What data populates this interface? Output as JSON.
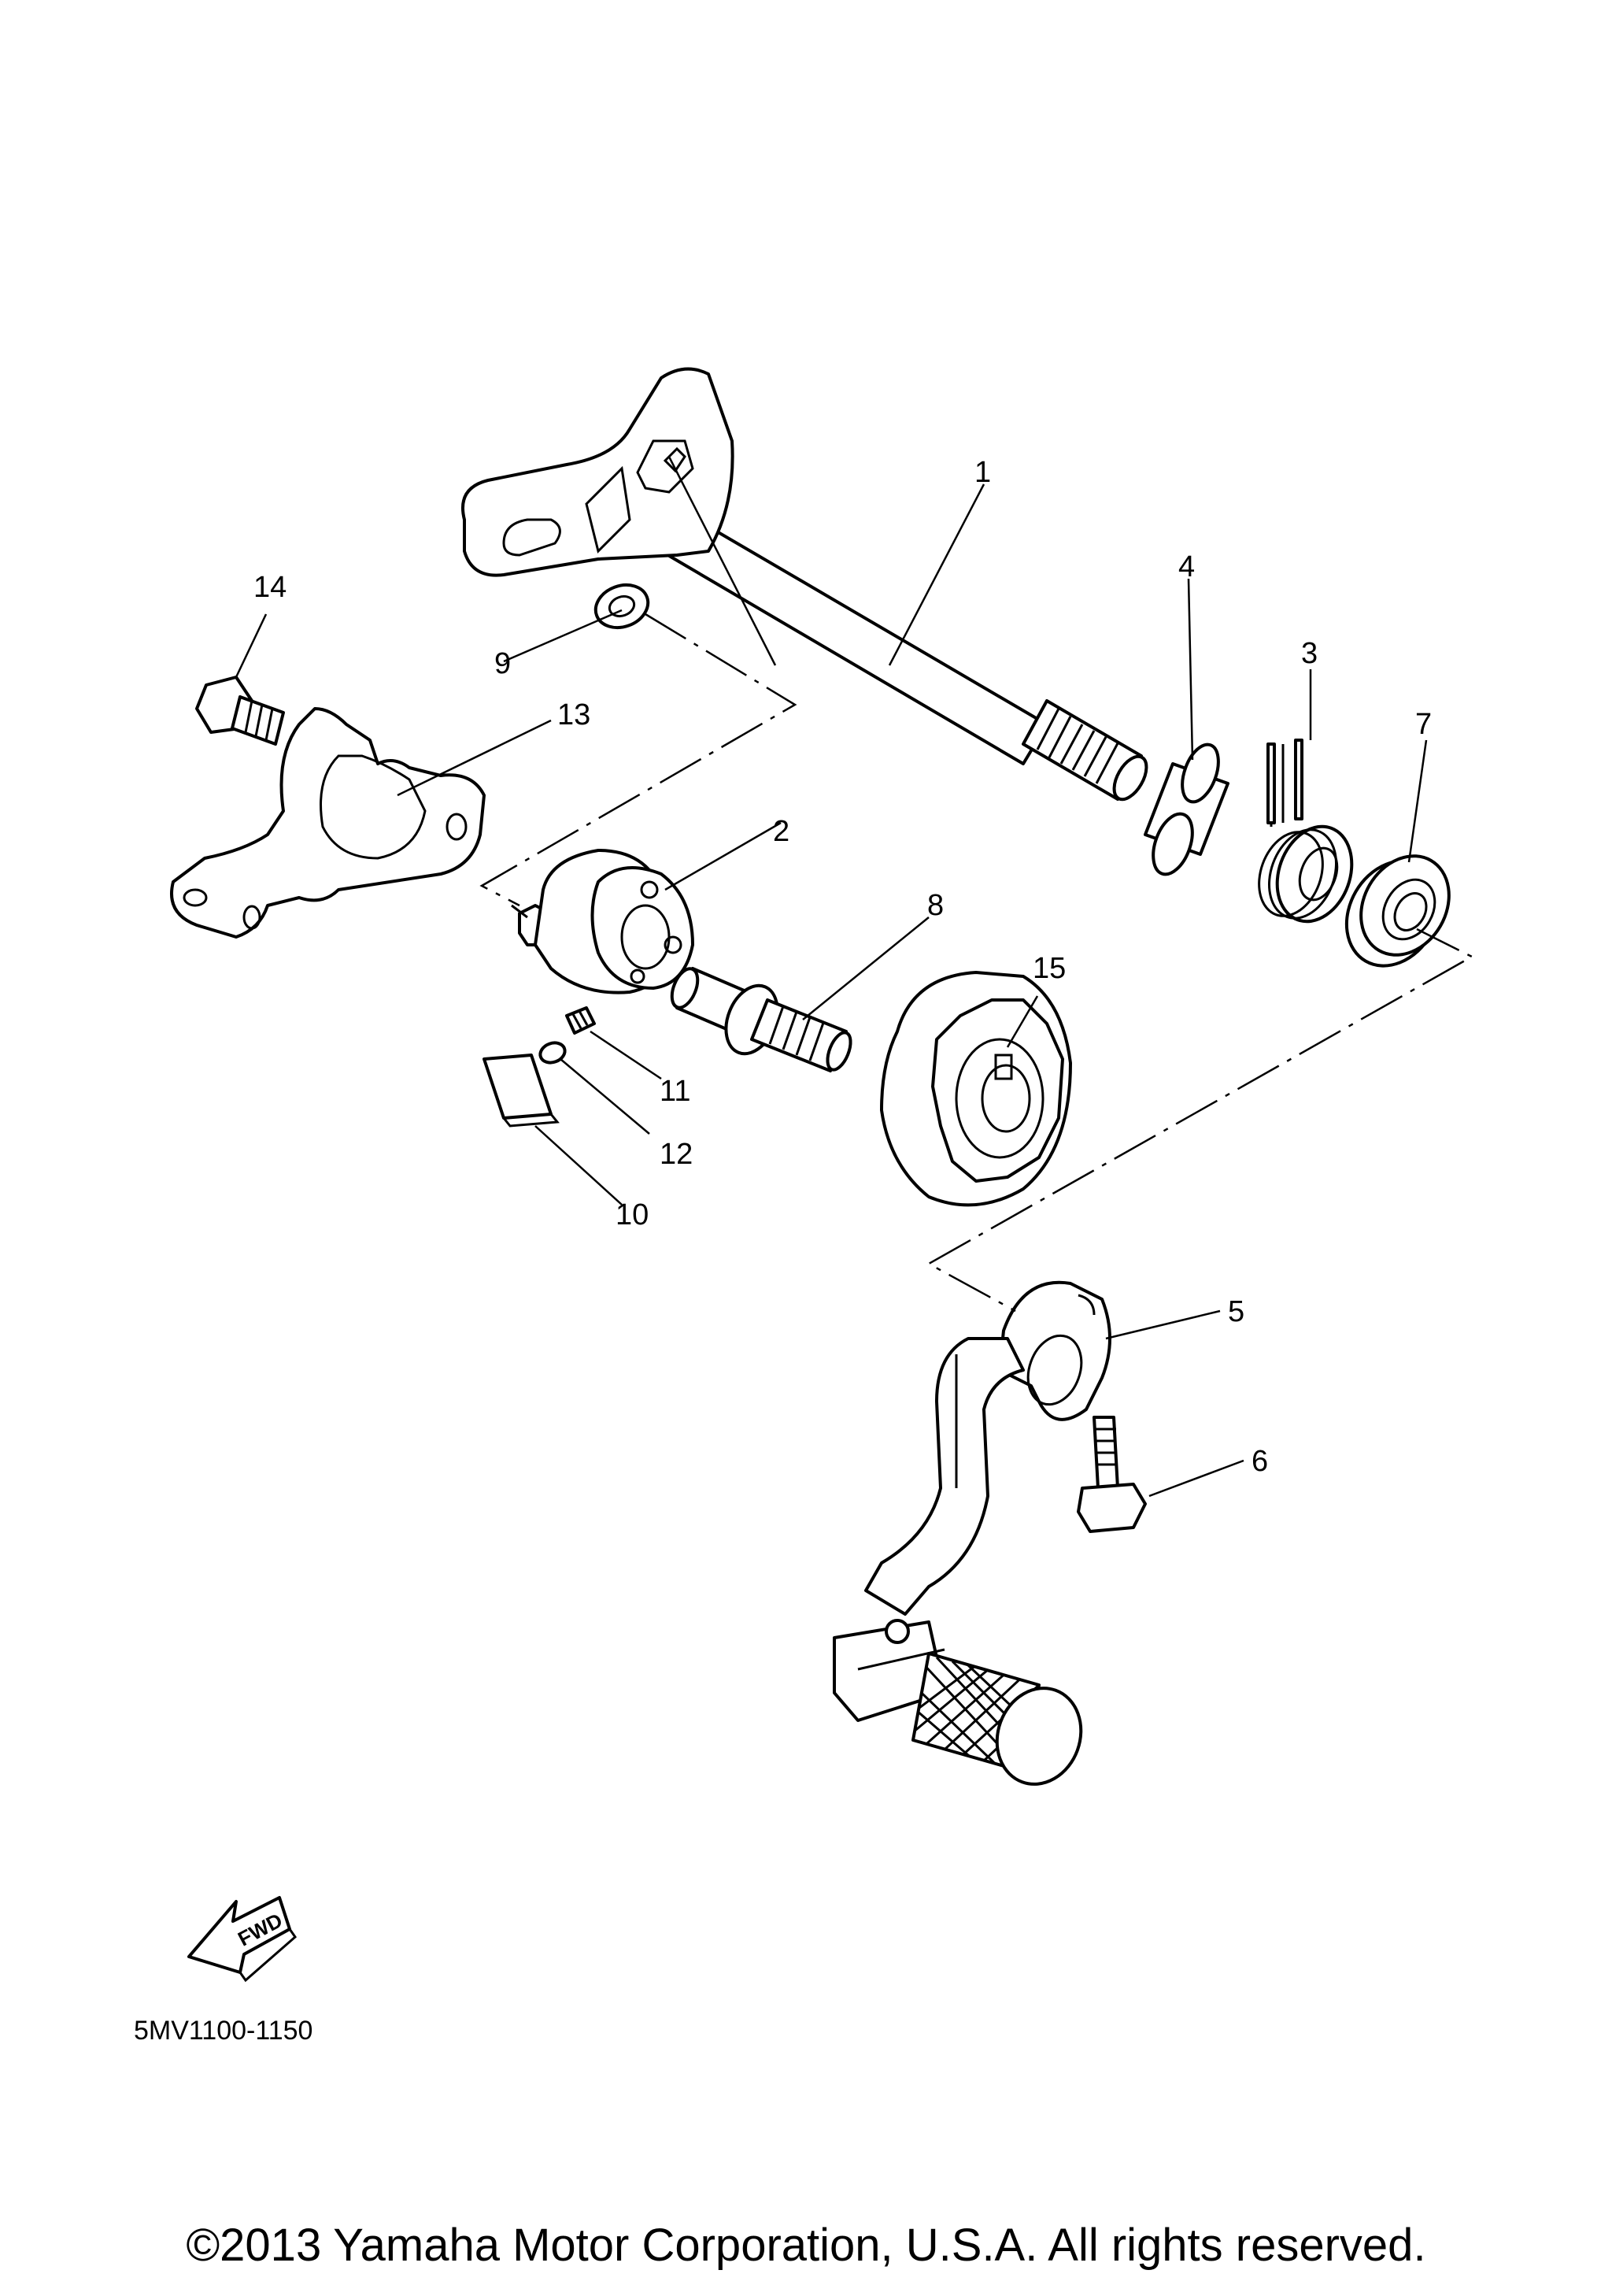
{
  "diagram": {
    "callouts": [
      "1",
      "2",
      "3",
      "4",
      "5",
      "6",
      "7",
      "8",
      "9",
      "10",
      "11",
      "12",
      "13",
      "14",
      "15"
    ],
    "diagram_code": "5MV1100-1150",
    "fwd_label": "FWD",
    "copyright": "©2013 Yamaha Motor Corporation, U.S.A. All rights reserved."
  }
}
